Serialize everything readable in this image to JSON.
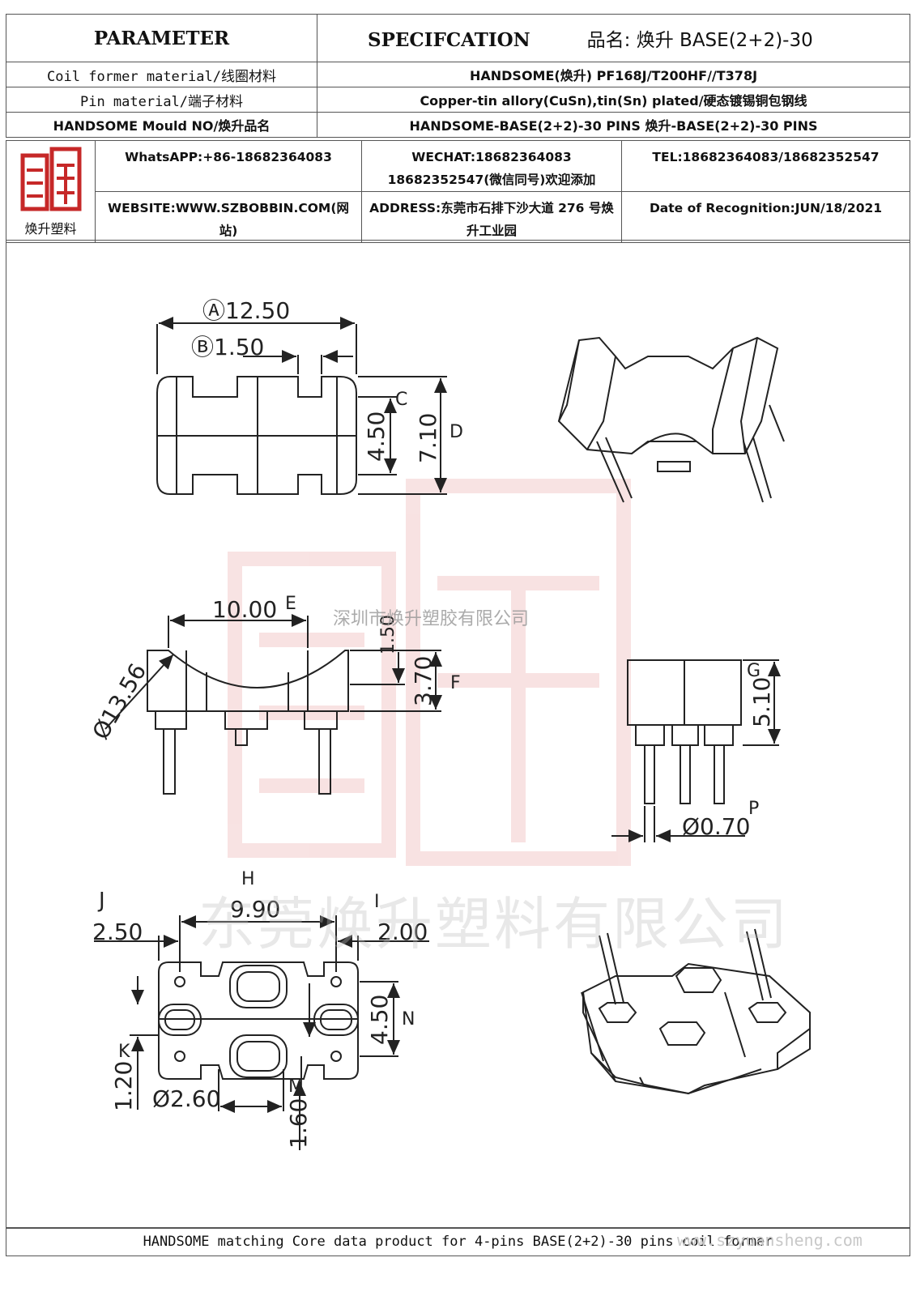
{
  "header": {
    "parameter": "PARAMETER",
    "specification": "SPECIFCATION",
    "product_name": "品名: 焕升 BASE(2+2)-30"
  },
  "rows": [
    {
      "label": "Coil former material/线圈材料",
      "value": "HANDSOME(焕升)   PF168J/T200HF//T378J"
    },
    {
      "label": "Pin material/端子材料",
      "value": "Copper-tin allory(CuSn),tin(Sn) plated/硬态镀锡铜包钢线"
    },
    {
      "label": "HANDSOME Mould NO/焕升品名",
      "value": "HANDSOME-BASE(2+2)-30 PINS    焕升-BASE(2+2)-30 PINS"
    }
  ],
  "company": {
    "logo_caption": "焕升塑料",
    "whatsapp": "WhatsAPP:+86-18682364083",
    "wechat": "WECHAT:18682364083 18682352547(微信同号)欢迎添加",
    "tel": "TEL:18682364083/18682352547",
    "website": "WEBSITE:WWW.SZBOBBIN.COM(网站)",
    "address": "ADDRESS:东莞市石排下沙大道 276 号焕升工业园",
    "date": "Date of Recognition:JUN/18/2021"
  },
  "drawing": {
    "dims": {
      "A": "Ⓐ12.50",
      "B": "Ⓑ1.50",
      "C_val": "4.50",
      "C_tag": "C",
      "D_val": "7.10",
      "D_tag": "D",
      "E": "10.00",
      "E_tag": "E",
      "diameter": "Ø13.56",
      "F_small": "1.50",
      "F_val": "3.70",
      "F_tag": "F",
      "G_val": "5.10",
      "G_tag": "G",
      "P": "Ø0.70",
      "P_tag": "P",
      "H_tag": "H",
      "H_val": "9.90",
      "J_tag": "J",
      "J_val": "2.50",
      "I_tag": "I",
      "I_val": "2.00",
      "N_val": "4.50",
      "N_tag": "N",
      "K_val": "1.20",
      "K_tag": "K",
      "O": "Ø2.60",
      "M_val": "1.60",
      "M_tag": "M"
    }
  },
  "watermarks": {
    "small": "深圳市焕升塑胶有限公司",
    "big": "东莞焕升塑料有限公司",
    "url": "www.szyuansheng.com"
  },
  "footer": "HANDSOME matching Core data  product for 4-pins BASE(2+2)-30 pins coil former",
  "colors": {
    "logo_red": "#c62828",
    "line": "#222222",
    "watermark_red": "#e8a0a0"
  }
}
